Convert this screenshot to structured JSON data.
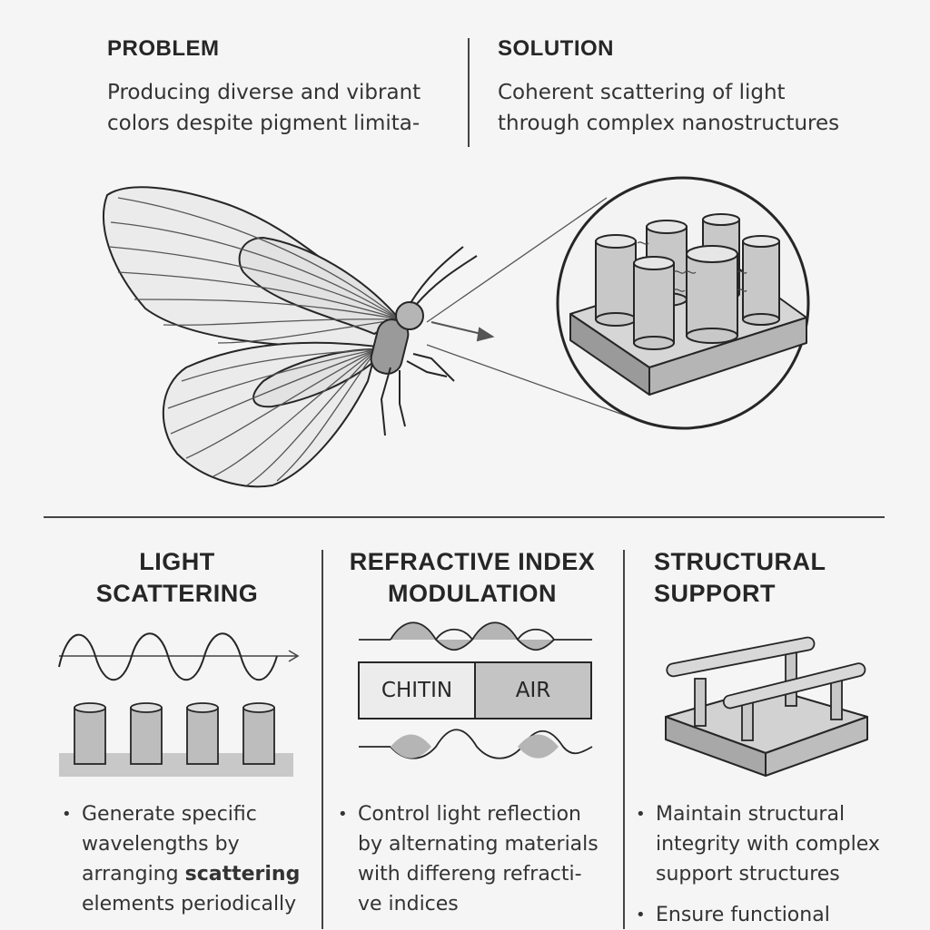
{
  "problem": {
    "heading": "PROBLEM",
    "text_line1": "Producing diverse and vibrant",
    "text_line2": "colors despite pigment limita-"
  },
  "solution": {
    "heading": "SOLUTION",
    "text_line1": "Coherent scattering of light",
    "text_line2": "through complex nanostructures"
  },
  "columns": [
    {
      "title_line1": "LIGHT",
      "title_line2": "SCATTERING",
      "bullets": [
        {
          "line1": "Generate specific",
          "line2": "wavelengths by",
          "line3_pre": "arranging ",
          "line3_bold": "scattering",
          "line4": "elements periodically"
        }
      ]
    },
    {
      "title_line1": "REFRACTIVE INDEX",
      "title_line2": "MODULATION",
      "box_left": "CHITIN",
      "box_right": "AIR",
      "bullets": [
        {
          "line1": "Control light reflection",
          "line2": "by alternating materials",
          "line3": "with differeng refracti-",
          "line4": "ve indices"
        }
      ]
    },
    {
      "title_line1": "STRUCTURAL",
      "title_line2": "SUPPORT",
      "bullets": [
        {
          "line1": "Maintain structural",
          "line2": "integrity with complex",
          "line3": "support structures"
        },
        {
          "line1": "Ensure functional"
        }
      ]
    }
  ],
  "colors": {
    "ink": "#262626",
    "fill_light": "#e6e6e6",
    "fill_mid": "#c8c8c8",
    "fill_dark": "#9a9a9a",
    "background": "#f5f5f5"
  }
}
